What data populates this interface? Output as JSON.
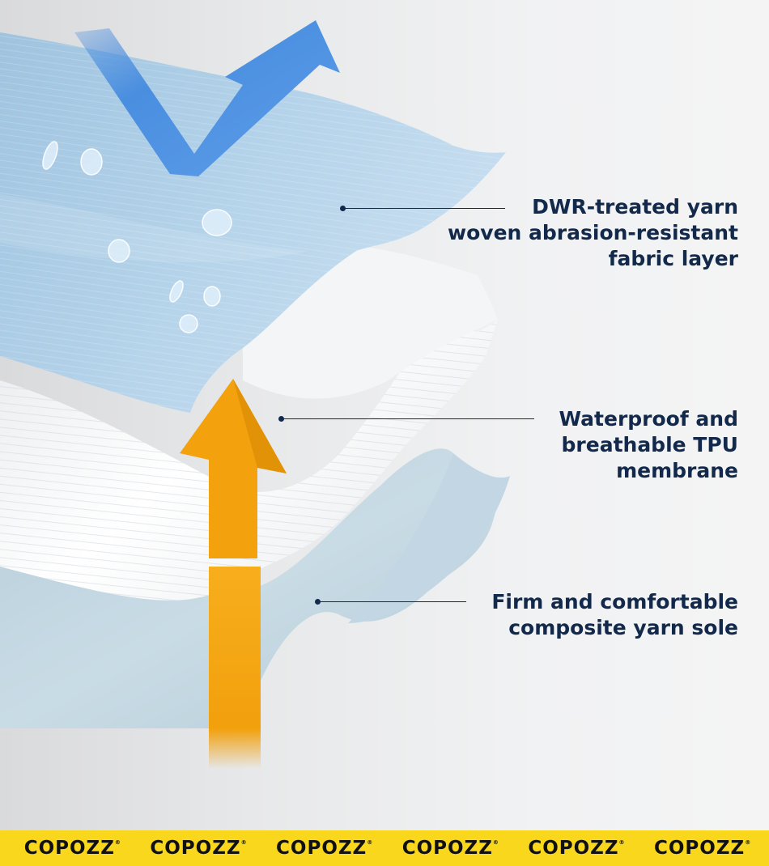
{
  "callouts": [
    {
      "lines": [
        "DWR-treated yarn",
        "woven abrasion-resistant",
        "fabric layer"
      ]
    },
    {
      "lines": [
        "Waterproof and",
        "breathable TPU",
        "membrane"
      ]
    },
    {
      "lines": [
        "Firm and comfortable",
        "composite yarn sole"
      ]
    }
  ],
  "brand": {
    "name": "COPOZZ",
    "mark": "®"
  },
  "colors": {
    "text": "#12294c",
    "brand_bar": "#f9d71c",
    "blue_arrow": "#4a8ee0",
    "orange_arrow": "#f3a10d",
    "top_layer": "#a9cbe3",
    "middle_layer": "#f7f7f7",
    "bottom_layer": "#c5d8e2"
  },
  "icons": [
    "water-repel-arrow-icon",
    "vapor-breathe-arrow-icon",
    "water-droplet-icon"
  ]
}
